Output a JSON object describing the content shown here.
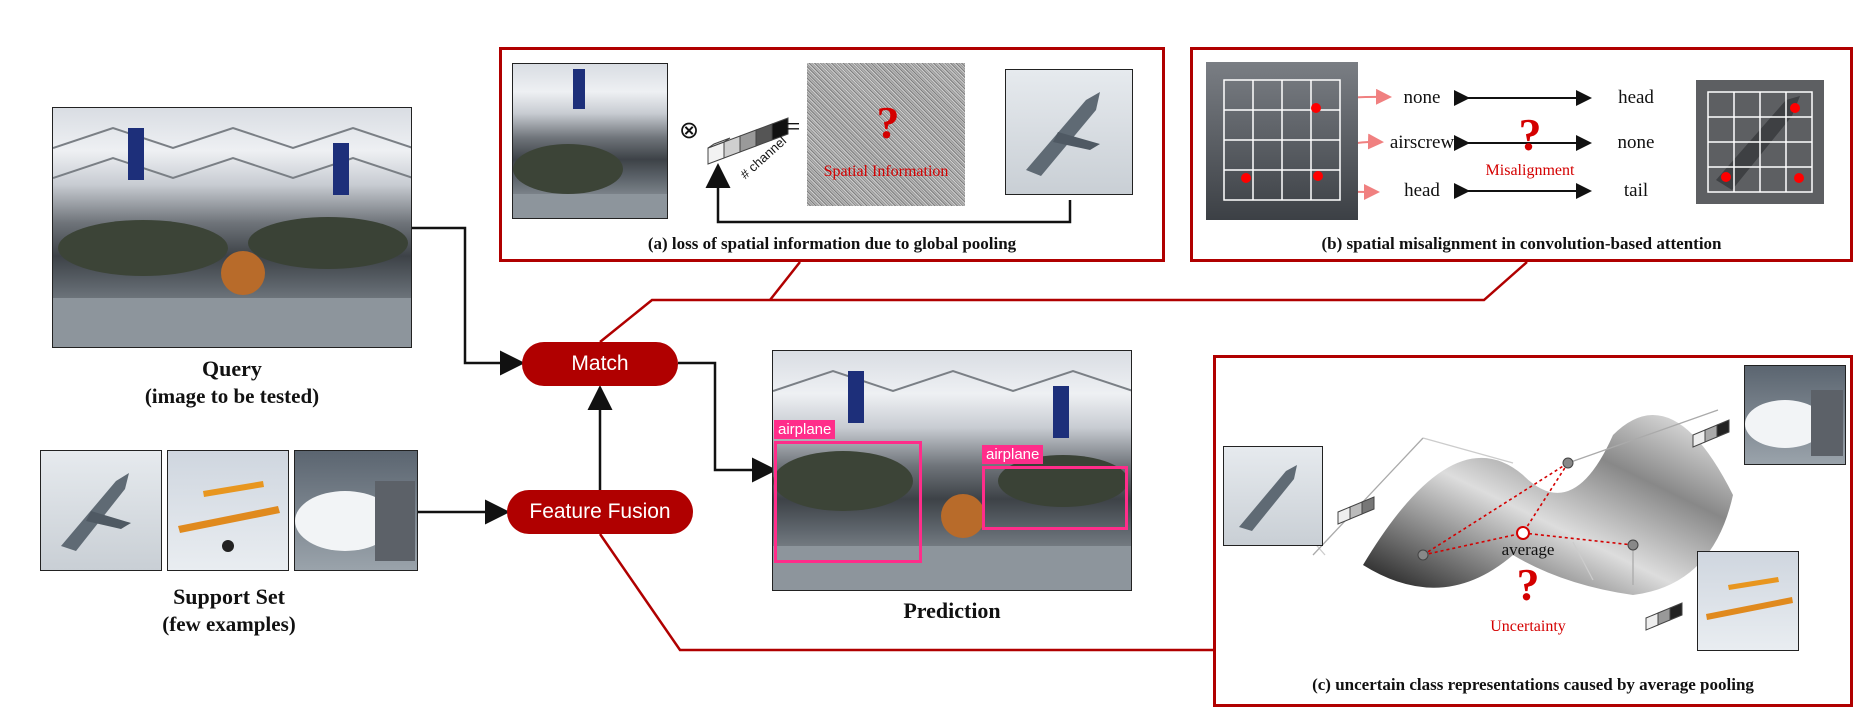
{
  "left": {
    "query_title": "Query",
    "query_subtitle": "(image to be tested)",
    "support_title": "Support Set",
    "support_subtitle": "(few examples)"
  },
  "center": {
    "match_label": "Match",
    "fusion_label": "Feature Fusion",
    "prediction_title": "Prediction",
    "box_label_1": "airplane",
    "box_label_2": "airplane"
  },
  "panel_a": {
    "caption": "(a) loss of spatial information due to global pooling",
    "otimes": "⊗",
    "equals": "=",
    "channel_label": "# channel",
    "spatial_text": "Spatial Information",
    "question": "?"
  },
  "panel_b": {
    "caption": "(b)  spatial misalignment in convolution-based attention",
    "left_words": [
      "none",
      "airscrew",
      "head"
    ],
    "right_words": [
      "head",
      "none",
      "tail"
    ],
    "misalignment": "Misalignment",
    "question": "?"
  },
  "panel_c": {
    "caption": "(c) uncertain class representations caused by average pooling",
    "average": "average",
    "uncertainty": "Uncertainty",
    "question": "?"
  },
  "colors": {
    "accent_red": "#b00000",
    "text_red": "#d40000",
    "box_pink": "#ff2d8a"
  }
}
